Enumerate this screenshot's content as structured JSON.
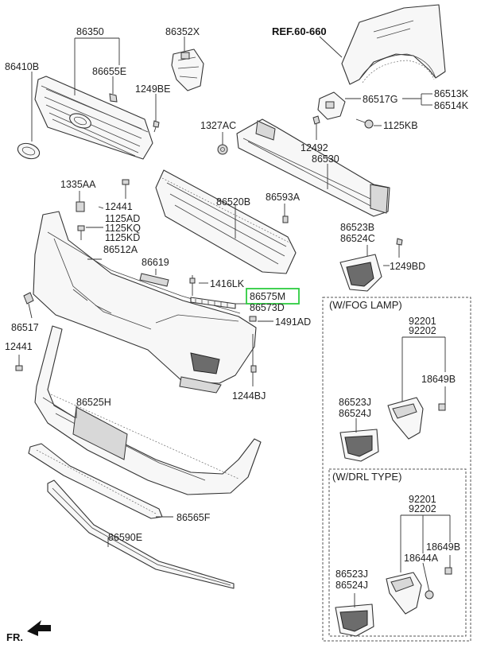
{
  "labels": {
    "p86350": "86350",
    "p86352X": "86352X",
    "p86410B": "86410B",
    "p86655E": "86655E",
    "p1249BE": "1249BE",
    "ref": "REF.60-660",
    "p86517G": "86517G",
    "p86513K": "86513K",
    "p86514K": "86514K",
    "p1327AC": "1327AC",
    "p1125KB": "1125KB",
    "p12492": "12492",
    "p86530": "86530",
    "p1335AA": "1335AA",
    "p12441a": "12441",
    "p1125AD": "1125AD",
    "p1125KQ": "1125KQ",
    "p1125KD": "1125KD",
    "p86520B": "86520B",
    "p86593A": "86593A",
    "p86523B": "86523B",
    "p86524C": "86524C",
    "p1249BD": "1249BD",
    "p86512A": "86512A",
    "p86619": "86619",
    "p1416LK": "1416LK",
    "p86575M": "86575M",
    "p86573D": "86573D",
    "p1491AD": "1491AD",
    "p86517": "86517",
    "p12441b": "12441",
    "p1244BJ": "1244BJ",
    "p86525H": "86525H",
    "p86565F": "86565F",
    "p86590E": "86590E",
    "fr": "FR.",
    "fog_title": "(W/FOG LAMP)",
    "fog_92201": "92201",
    "fog_92202": "92202",
    "fog_18649B": "18649B",
    "fog_86523J": "86523J",
    "fog_86524J": "86524J",
    "drl_title": "(W/DRL TYPE)",
    "drl_92201": "92201",
    "drl_92202": "92202",
    "drl_18649B": "18649B",
    "drl_18644A": "18644A",
    "drl_86523J": "86523J",
    "drl_86524J": "86524J"
  },
  "highlight_color": "#2ecc40"
}
